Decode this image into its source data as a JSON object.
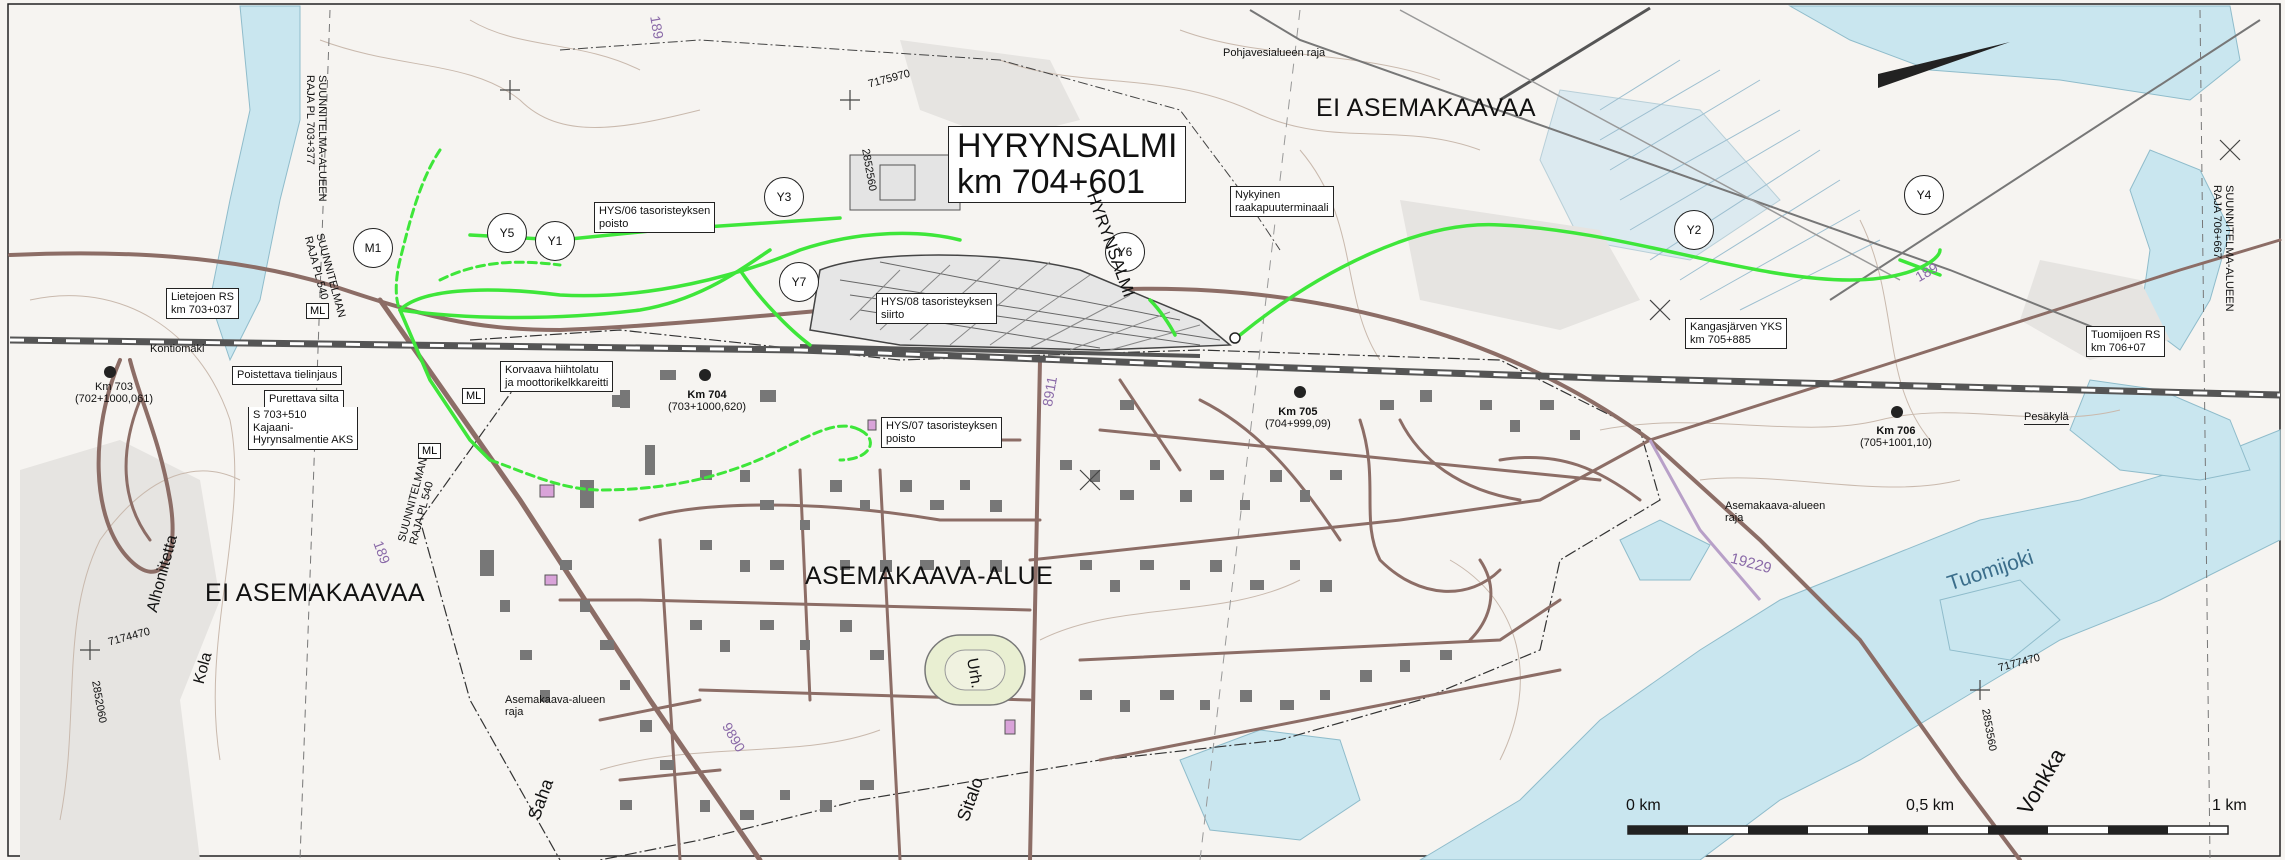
{
  "colors": {
    "background": "#f6f4f1",
    "water": "#c9e6ef",
    "road": "#8c6d66",
    "railway": "#555555",
    "planned_track": "#3ee63a",
    "building": "#777777",
    "contour": "#c9b9ad"
  },
  "title": {
    "line1": "HYRYNSALMI",
    "line2": "km 704+601"
  },
  "areas": {
    "ei_asemakaavaa_top": "EI ASEMAKAAVAA",
    "ei_asemakaavaa_left": "EI ASEMAKAAVAA",
    "asemakaava_alue": "ASEMAKAAVA-ALUE"
  },
  "circle_markers": [
    "M1",
    "Y5",
    "Y1",
    "Y3",
    "Y7",
    "Y6",
    "Y2",
    "Y4"
  ],
  "callouts": {
    "pohjavesi": "Pohjavesialueen raja",
    "hys06_1": "HYS/06 tasoristeyksen",
    "hys06_2": "poisto",
    "nykyinen_1": "Nykyinen",
    "nykyinen_2": "raakapuuterminaali",
    "hys08_1": "HYS/08 tasoristeyksen",
    "hys08_2": "siirto",
    "liete_1": "Lietejoen RS",
    "liete_2": "km 703+037",
    "kontiomaki": "Kontiomäki",
    "poistettava": "Poistettava tielinjaus",
    "purettava": "Purettava silta",
    "s703_1": "S 703+510",
    "s703_2": "Kajaani-",
    "s703_3": "Hyrynsalmentie AKS",
    "korvaava_1": "Korvaava hiihtolatu",
    "korvaava_2": "ja moottorikelkkareitti",
    "hys07_1": "HYS/07 tasoristeyksen",
    "hys07_2": "poisto",
    "kangas_1": "Kangasjärven YKS",
    "kangas_2": "km 705+885",
    "tuomi_1": "Tuomijoen RS",
    "tuomi_2": "km 706+07",
    "pesola": "Pesäkylä",
    "asema_right_1": "Asemakaava-alueen",
    "asema_right_2": "raja",
    "asema_left_1": "Asemakaava-alueen",
    "asema_left_2": "raja"
  },
  "km_points": {
    "km703_1": "Km 703",
    "km703_2": "(702+1000,061)",
    "km704_1": "Km 704",
    "km704_2": "(703+1000,620)",
    "km705_1": "Km 705",
    "km705_2": "(704+999,09)",
    "km706_1": "Km 706",
    "km706_2": "(705+1001,10)"
  },
  "ml_labels": [
    "ML",
    "ML",
    "ML"
  ],
  "vertical_labels": {
    "suun_left_1": "SUUNNITELMA-ALUEEN",
    "suun_left_2": "RAJA PL 703+377",
    "suun_left_low_1": "SUUNNITELMAN",
    "suun_left_low_2": "RAJA PL 540",
    "suun_right_1": "SUUNNITELMA-ALUEEN",
    "suun_right_2": "RAJA 706+667"
  },
  "map_names": {
    "urh": "Urh.",
    "tuomijoki": "Tuomijoki",
    "vonkka": "Vonkka",
    "saha": "Saha",
    "sitalo": "Sitalo",
    "kola": "Kola",
    "ahtlaitetta": "Alhoniitetta",
    "hyrynsalmi_v": "HYRYNSALMI"
  },
  "road_numbers": {
    "r8911": "8911",
    "r19229": "19229",
    "r9890": "9890",
    "r189": "189",
    "r189b": "189",
    "r189c": "189"
  },
  "grid_labels": {
    "g7175970": "7175970",
    "g2852560": "2852560",
    "g7174470": "7174470",
    "g2852060": "2852060",
    "g7177470": "7177470",
    "g2853560": "2853560"
  },
  "scale": {
    "l0": "0 km",
    "l05": "0,5 km",
    "l1": "1 km"
  }
}
